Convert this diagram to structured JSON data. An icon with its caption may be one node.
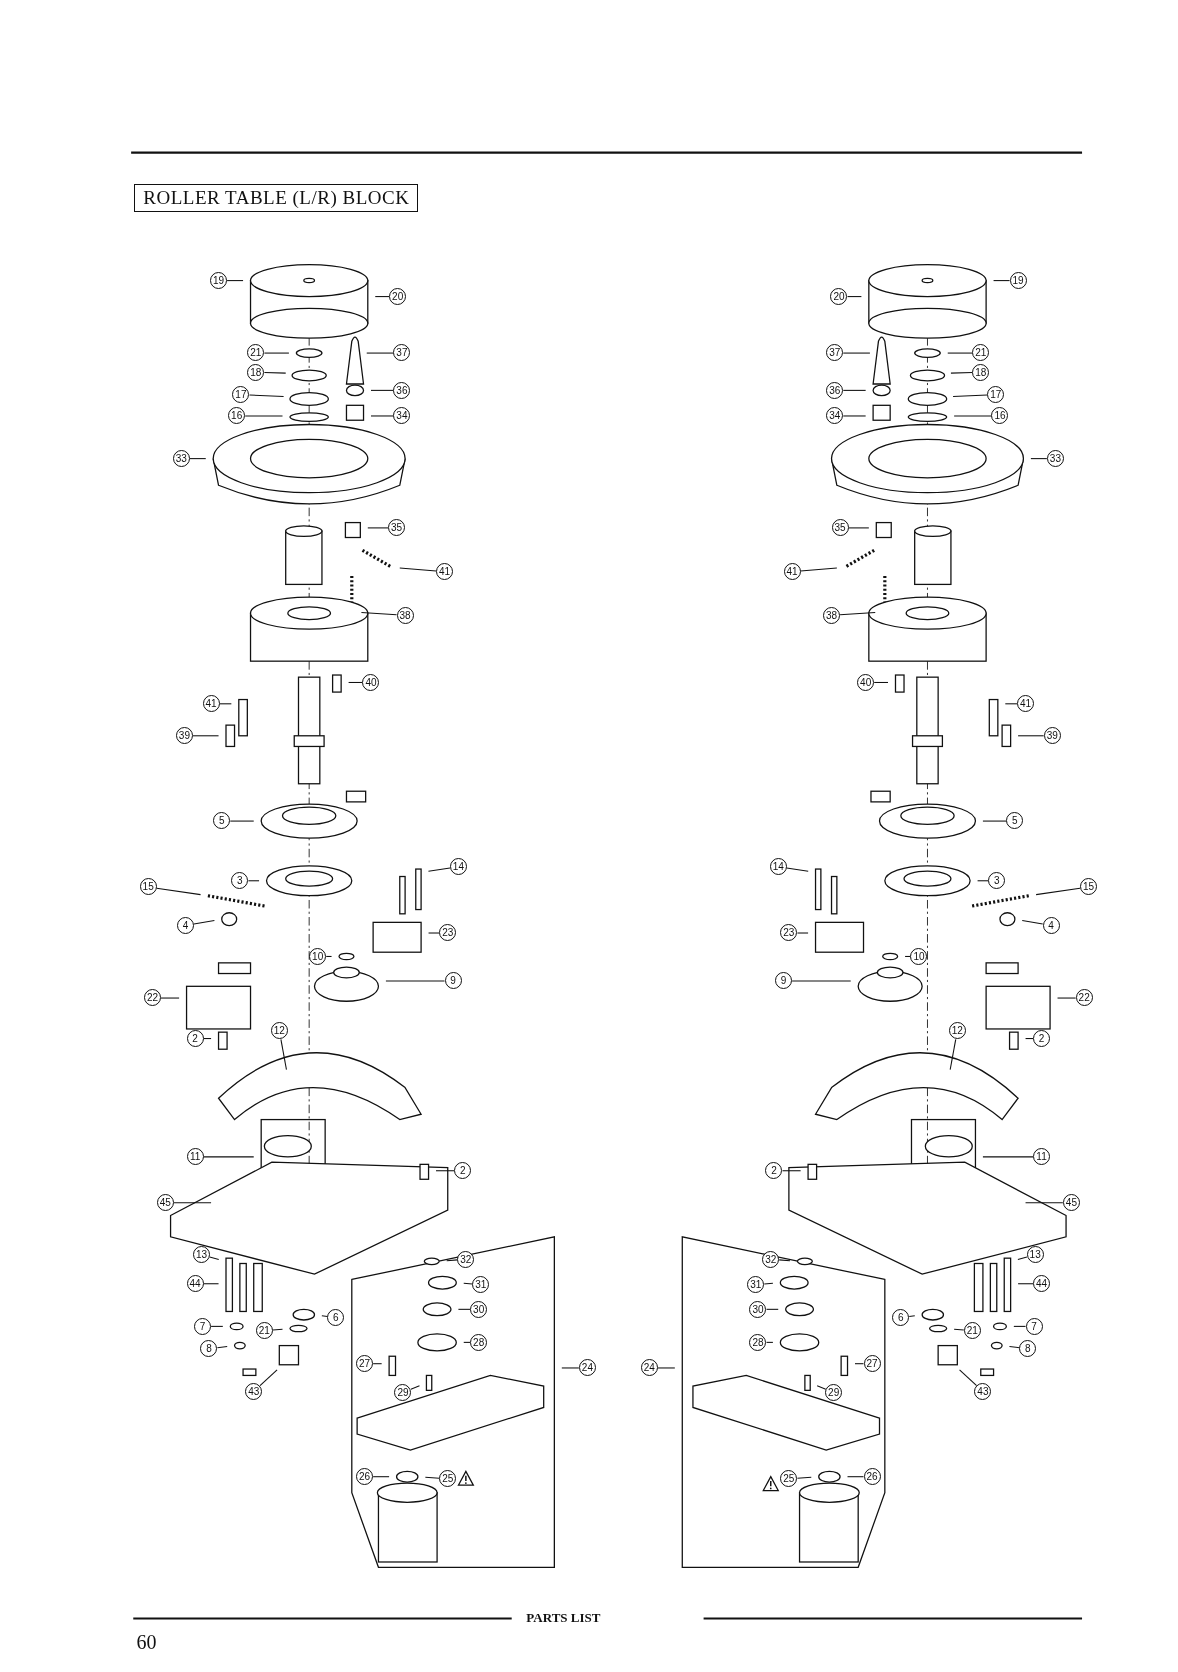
{
  "diagram": {
    "title": "ROLLER TABLE (L/R) BLOCK",
    "nodes": [
      {
        "text": [
          "19"
        ]
      },
      {
        "text": [
          "20"
        ]
      },
      {
        "text": [
          "21"
        ]
      },
      {
        "text": [
          "37"
        ]
      },
      {
        "text": [
          "18"
        ]
      },
      {
        "text": [
          "36"
        ]
      },
      {
        "text": [
          "17"
        ]
      },
      {
        "text": [
          "16"
        ]
      },
      {
        "text": [
          "34"
        ]
      },
      {
        "text": [
          "33"
        ]
      },
      {
        "text": [
          "35"
        ]
      },
      {
        "text": [
          "41"
        ]
      },
      {
        "text": [
          "38"
        ]
      },
      {
        "text": [
          "40"
        ]
      },
      {
        "text": [
          "41"
        ]
      },
      {
        "text": [
          "39"
        ]
      },
      {
        "text": [
          "5"
        ]
      },
      {
        "text": [
          "14"
        ]
      },
      {
        "text": [
          "3"
        ]
      },
      {
        "text": [
          "15"
        ]
      },
      {
        "text": [
          "4"
        ]
      },
      {
        "text": [
          "23"
        ]
      },
      {
        "text": [
          "10"
        ]
      },
      {
        "text": [
          "9"
        ]
      },
      {
        "text": [
          "22"
        ]
      },
      {
        "text": [
          "12"
        ]
      },
      {
        "text": [
          "2"
        ]
      },
      {
        "text": [
          "11"
        ]
      },
      {
        "text": [
          "2"
        ]
      },
      {
        "text": [
          "45"
        ]
      },
      {
        "text": [
          "32"
        ]
      },
      {
        "text": [
          "31"
        ]
      },
      {
        "text": [
          "13"
        ]
      },
      {
        "text": [
          "44"
        ]
      },
      {
        "text": [
          "30"
        ]
      },
      {
        "text": [
          "6"
        ]
      },
      {
        "text": [
          "7"
        ]
      },
      {
        "text": [
          "21"
        ]
      },
      {
        "text": [
          "28"
        ]
      },
      {
        "text": [
          "8"
        ]
      },
      {
        "text": [
          "27"
        ]
      },
      {
        "text": [
          "24"
        ]
      },
      {
        "text": [
          "29"
        ]
      },
      {
        "text": [
          "43"
        ]
      },
      {
        "text": [
          "26"
        ]
      },
      {
        "text": [
          "25"
        ]
      },
      {
        "text": [
          "20"
        ]
      },
      {
        "text": [
          "19"
        ]
      },
      {
        "text": [
          "37"
        ]
      },
      {
        "text": [
          "21"
        ]
      },
      {
        "text": [
          "18"
        ]
      },
      {
        "text": [
          "36"
        ]
      },
      {
        "text": [
          "17"
        ]
      },
      {
        "text": [
          "34"
        ]
      },
      {
        "text": [
          "16"
        ]
      },
      {
        "text": [
          "33"
        ]
      },
      {
        "text": [
          "35"
        ]
      },
      {
        "text": [
          "41"
        ]
      },
      {
        "text": [
          "38"
        ]
      },
      {
        "text": [
          "40"
        ]
      },
      {
        "text": [
          "41"
        ]
      },
      {
        "text": [
          "39"
        ]
      },
      {
        "text": [
          "5"
        ]
      },
      {
        "text": [
          "14"
        ]
      },
      {
        "text": [
          "3"
        ]
      },
      {
        "text": [
          "15"
        ]
      },
      {
        "text": [
          "4"
        ]
      },
      {
        "text": [
          "23"
        ]
      },
      {
        "text": [
          "10"
        ]
      },
      {
        "text": [
          "9"
        ]
      },
      {
        "text": [
          "22"
        ]
      },
      {
        "text": [
          "12"
        ]
      },
      {
        "text": [
          "2"
        ]
      },
      {
        "text": [
          "11"
        ]
      },
      {
        "text": [
          "2"
        ]
      },
      {
        "text": [
          "45"
        ]
      },
      {
        "text": [
          "32"
        ]
      },
      {
        "text": [
          "13"
        ]
      },
      {
        "text": [
          "31"
        ]
      },
      {
        "text": [
          "44"
        ]
      },
      {
        "text": [
          "30"
        ]
      },
      {
        "text": [
          "6"
        ]
      },
      {
        "text": [
          "21"
        ]
      },
      {
        "text": [
          "7"
        ]
      },
      {
        "text": [
          "28"
        ]
      },
      {
        "text": [
          "8"
        ]
      },
      {
        "text": [
          "27"
        ]
      },
      {
        "text": [
          "24"
        ]
      },
      {
        "text": [
          "29"
        ]
      },
      {
        "text": [
          "43"
        ]
      },
      {
        "text": [
          "26"
        ]
      },
      {
        "text": [
          "25"
        ]
      }
    ],
    "edges": [
      {
        "from": 0,
        "to": null,
        "arrow": "none"
      },
      {
        "from": 1,
        "to": null,
        "arrow": "none"
      },
      {
        "from": 2,
        "to": null,
        "arrow": "none"
      },
      {
        "from": 3,
        "to": null,
        "arrow": "none"
      },
      {
        "from": 4,
        "to": null,
        "arrow": "none"
      },
      {
        "from": 5,
        "to": null,
        "arrow": "none"
      },
      {
        "from": 6,
        "to": null,
        "arrow": "none"
      },
      {
        "from": 7,
        "to": null,
        "arrow": "none"
      },
      {
        "from": 8,
        "to": null,
        "arrow": "none"
      },
      {
        "from": 9,
        "to": null,
        "arrow": "none"
      },
      {
        "from": 10,
        "to": null,
        "arrow": "none"
      },
      {
        "from": 11,
        "to": null,
        "arrow": "none"
      },
      {
        "from": 12,
        "to": null,
        "arrow": "none"
      },
      {
        "from": 13,
        "to": null,
        "arrow": "none"
      },
      {
        "from": 14,
        "to": null,
        "arrow": "none"
      },
      {
        "from": 15,
        "to": null,
        "arrow": "none"
      },
      {
        "from": 16,
        "to": null,
        "arrow": "none"
      },
      {
        "from": 17,
        "to": null,
        "arrow": "none"
      },
      {
        "from": 18,
        "to": null,
        "arrow": "none"
      },
      {
        "from": 19,
        "to": null,
        "arrow": "none"
      },
      {
        "from": 20,
        "to": null,
        "arrow": "none"
      },
      {
        "from": 21,
        "to": null,
        "arrow": "none"
      },
      {
        "from": 22,
        "to": null,
        "arrow": "none"
      },
      {
        "from": 23,
        "to": null,
        "arrow": "none"
      },
      {
        "from": 24,
        "to": null,
        "arrow": "none"
      },
      {
        "from": 25,
        "to": null,
        "arrow": "none"
      },
      {
        "from": 26,
        "to": null,
        "arrow": "none"
      },
      {
        "from": 27,
        "to": null,
        "arrow": "none"
      },
      {
        "from": 28,
        "to": null,
        "arrow": "none"
      },
      {
        "from": 29,
        "to": null,
        "arrow": "none"
      },
      {
        "from": 30,
        "to": null,
        "arrow": "none"
      },
      {
        "from": 31,
        "to": null,
        "arrow": "none"
      },
      {
        "from": 32,
        "to": null,
        "arrow": "none"
      },
      {
        "from": 33,
        "to": null,
        "arrow": "none"
      },
      {
        "from": 34,
        "to": null,
        "arrow": "none"
      },
      {
        "from": 35,
        "to": null,
        "arrow": "none"
      },
      {
        "from": 36,
        "to": null,
        "arrow": "none"
      },
      {
        "from": 37,
        "to": null,
        "arrow": "none"
      },
      {
        "from": 38,
        "to": null,
        "arrow": "none"
      },
      {
        "from": 39,
        "to": null,
        "arrow": "none"
      },
      {
        "from": 40,
        "to": null,
        "arrow": "none"
      },
      {
        "from": 41,
        "to": null,
        "arrow": "none"
      },
      {
        "from": 42,
        "to": null,
        "arrow": "none"
      },
      {
        "from": 43,
        "to": null,
        "arrow": "none"
      },
      {
        "from": 44,
        "to": null,
        "arrow": "none"
      },
      {
        "from": 45,
        "to": null,
        "arrow": "none"
      },
      {
        "from": 46,
        "to": null,
        "arrow": "none"
      },
      {
        "from": 47,
        "to": null,
        "arrow": "none"
      },
      {
        "from": 48,
        "to": null,
        "arrow": "none"
      },
      {
        "from": 49,
        "to": null,
        "arrow": "none"
      },
      {
        "from": 50,
        "to": null,
        "arrow": "none"
      },
      {
        "from": 51,
        "to": null,
        "arrow": "none"
      },
      {
        "from": 52,
        "to": null,
        "arrow": "none"
      },
      {
        "from": 53,
        "to": null,
        "arrow": "none"
      },
      {
        "from": 54,
        "to": null,
        "arrow": "none"
      },
      {
        "from": 55,
        "to": null,
        "arrow": "none"
      },
      {
        "from": 56,
        "to": null,
        "arrow": "none"
      },
      {
        "from": 57,
        "to": null,
        "arrow": "none"
      },
      {
        "from": 58,
        "to": null,
        "arrow": "none"
      },
      {
        "from": 59,
        "to": null,
        "arrow": "none"
      },
      {
        "from": 60,
        "to": null,
        "arrow": "none"
      },
      {
        "from": 61,
        "to": null,
        "arrow": "none"
      },
      {
        "from": 62,
        "to": null,
        "arrow": "none"
      },
      {
        "from": 63,
        "to": null,
        "arrow": "none"
      },
      {
        "from": 64,
        "to": null,
        "arrow": "none"
      },
      {
        "from": 65,
        "to": null,
        "arrow": "none"
      },
      {
        "from": 66,
        "to": null,
        "arrow": "none"
      },
      {
        "from": 67,
        "to": null,
        "arrow": "none"
      },
      {
        "from": 68,
        "to": null,
        "arrow": "none"
      },
      {
        "from": 69,
        "to": null,
        "arrow": "none"
      },
      {
        "from": 70,
        "to": null,
        "arrow": "none"
      },
      {
        "from": 71,
        "to": null,
        "arrow": "none"
      },
      {
        "from": 72,
        "to": null,
        "arrow": "none"
      },
      {
        "from": 73,
        "to": null,
        "arrow": "none"
      },
      {
        "from": 74,
        "to": null,
        "arrow": "none"
      },
      {
        "from": 75,
        "to": null,
        "arrow": "none"
      },
      {
        "from": 76,
        "to": null,
        "arrow": "none"
      },
      {
        "from": 77,
        "to": null,
        "arrow": "none"
      },
      {
        "from": 78,
        "to": null,
        "arrow": "none"
      },
      {
        "from": 79,
        "to": null,
        "arrow": "none"
      },
      {
        "from": 80,
        "to": null,
        "arrow": "none"
      },
      {
        "from": 81,
        "to": null,
        "arrow": "none"
      },
      {
        "from": 82,
        "to": null,
        "arrow": "none"
      },
      {
        "from": 83,
        "to": null,
        "arrow": "none"
      },
      {
        "from": 84,
        "to": null,
        "arrow": "none"
      },
      {
        "from": 85,
        "to": null,
        "arrow": "none"
      },
      {
        "from": 86,
        "to": null,
        "arrow": "none"
      },
      {
        "from": 87,
        "to": null,
        "arrow": "none"
      },
      {
        "from": 88,
        "to": null,
        "arrow": "none"
      },
      {
        "from": 89,
        "to": null,
        "arrow": "none"
      },
      {
        "from": 90,
        "to": null,
        "arrow": "none"
      },
      {
        "from": 91,
        "to": null,
        "arrow": "none"
      }
    ],
    "labels": [
      "PARTS LIST",
      "60"
    ]
  }
}
